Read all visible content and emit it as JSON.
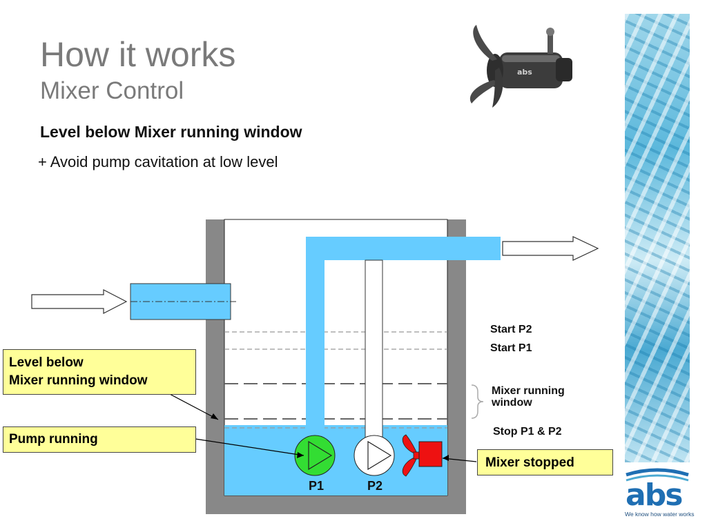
{
  "slide": {
    "title": "How it works",
    "subtitle": "Mixer Control",
    "heading": "Level below Mixer running window",
    "bullet": "+ Avoid pump cavitation at low level"
  },
  "diagram": {
    "levels": {
      "start_p2": "Start P2",
      "start_p1": "Start P1",
      "mixer_window_line1": "Mixer running",
      "mixer_window_line2": "window",
      "stop": "Stop P1 & P2"
    },
    "pumps": [
      {
        "label": "P1",
        "state": "running",
        "color": "#33dd33"
      },
      {
        "label": "P2",
        "state": "stopped",
        "color": "#ffffff"
      }
    ],
    "mixer": {
      "state": "stopped",
      "color": "#ee1111"
    },
    "callouts": {
      "level_below_line1": "Level below",
      "level_below_line2": "Mixer running window",
      "pump_running": "Pump running",
      "mixer_stopped": "Mixer stopped"
    },
    "colors": {
      "water": "#66ccff",
      "wall": "#888888",
      "callout": "#ffff99"
    }
  },
  "brand": {
    "logo": "abs",
    "tagline": "We know how water works",
    "product_image": "submersible-mixer-image"
  }
}
